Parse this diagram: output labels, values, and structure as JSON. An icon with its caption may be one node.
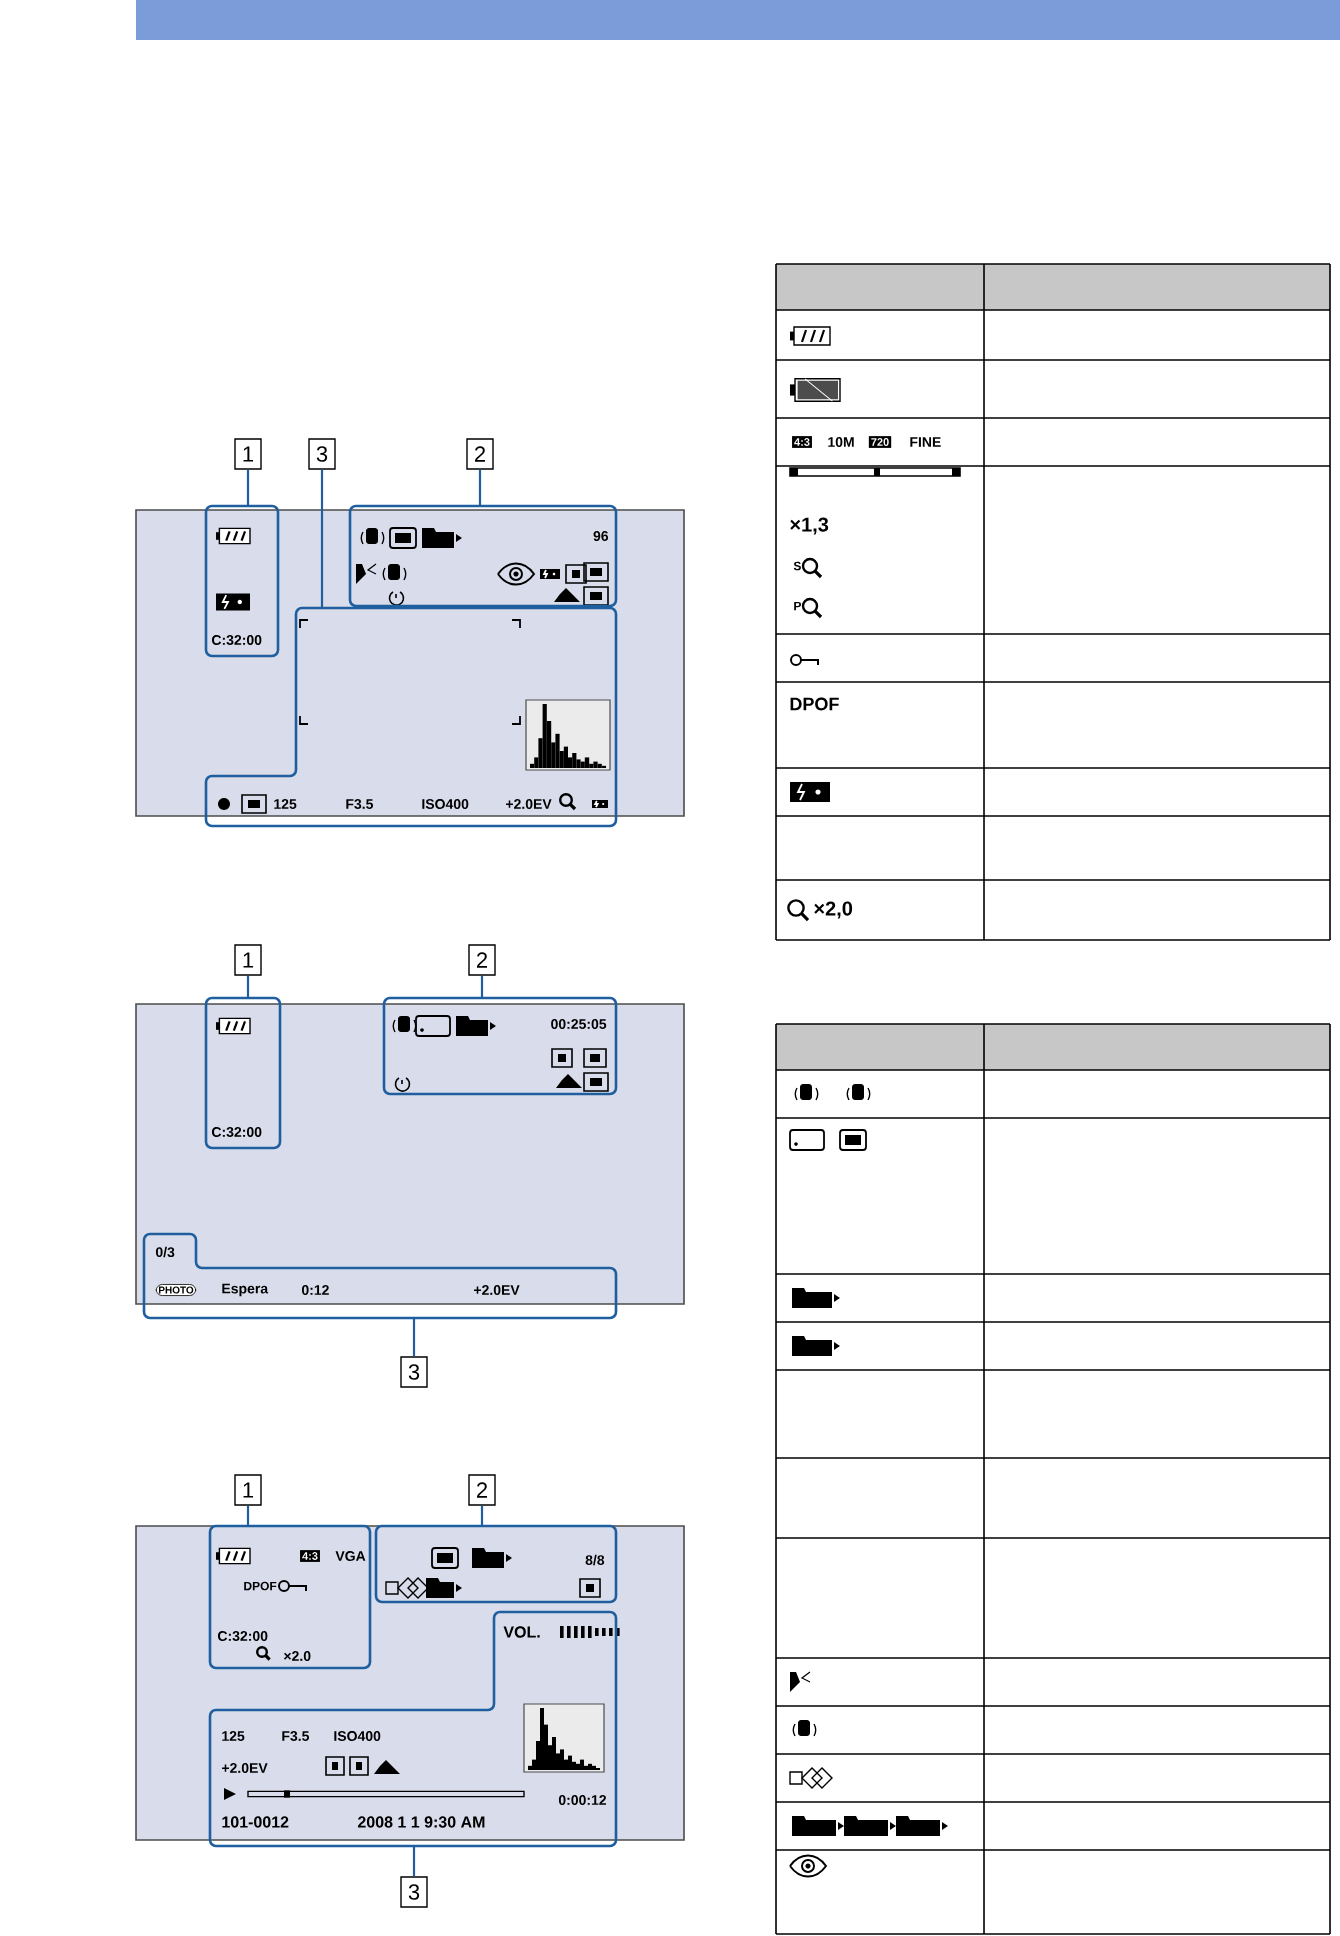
{
  "diagram": {
    "nodes": [
      {
        "text": [
          "C:32:00"
        ]
      },
      {
        "text": [
          "96"
        ]
      },
      {
        "text": [
          "125",
          "F3.5",
          "ISO400",
          "+2.0EV"
        ]
      },
      {
        "text": [
          "1"
        ]
      },
      {
        "text": [
          "3"
        ]
      },
      {
        "text": [
          "2"
        ]
      },
      {
        "text": [
          "C:32:00"
        ]
      },
      {
        "text": [
          "00:25:05"
        ]
      },
      {
        "text": [
          "0/3",
          "PHOTO",
          "Espera",
          "0:12",
          "+2.0EV"
        ]
      },
      {
        "text": [
          "1"
        ]
      },
      {
        "text": [
          "2"
        ]
      },
      {
        "text": [
          "3"
        ]
      },
      {
        "text": [
          "4:3",
          "VGA",
          "DPOF",
          "C:32:00",
          "×2.0"
        ]
      },
      {
        "text": [
          "8/8"
        ]
      },
      {
        "text": [
          "VOL.",
          "125",
          "F3.5",
          "ISO400",
          "+2.0EV",
          "0:00:12",
          "101-0012",
          "2008 1 1 9:30 AM"
        ]
      },
      {
        "text": [
          "1"
        ]
      },
      {
        "text": [
          "2"
        ]
      },
      {
        "text": [
          "3"
        ]
      }
    ],
    "edges": [
      {
        "from": 3,
        "to": 0,
        "arrow": "none"
      },
      {
        "from": 4,
        "to": 2,
        "arrow": "none"
      },
      {
        "from": 5,
        "to": 1,
        "arrow": "none"
      },
      {
        "from": 9,
        "to": 6,
        "arrow": "none"
      },
      {
        "from": 10,
        "to": 7,
        "arrow": "none"
      },
      {
        "from": 11,
        "to": 8,
        "arrow": "none"
      },
      {
        "from": 15,
        "to": 12,
        "arrow": "none"
      },
      {
        "from": 16,
        "to": 13,
        "arrow": "none"
      },
      {
        "from": 17,
        "to": 14,
        "arrow": "none"
      }
    ],
    "labels": [
      "4:3",
      "10M",
      "720",
      "FINE",
      "×1,3",
      "S",
      "P",
      "DPOF",
      "×2,0"
    ]
  }
}
